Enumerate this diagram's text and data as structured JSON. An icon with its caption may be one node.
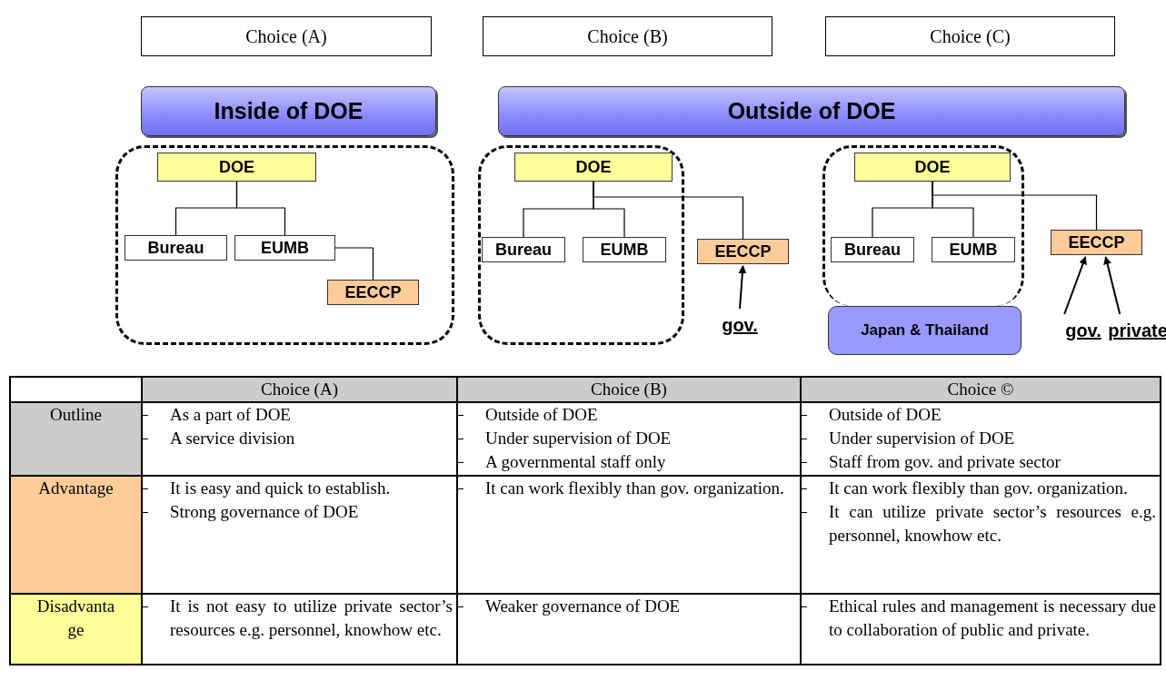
{
  "diagram": {
    "nodes": [
      {
        "text": [
          "Choice (A)"
        ]
      },
      {
        "text": [
          "Choice (B)"
        ]
      },
      {
        "text": [
          "Choice (C)"
        ]
      },
      {
        "text": [
          "Inside of DOE"
        ]
      },
      {
        "text": [
          "Outside of DOE"
        ]
      },
      {
        "text": [],
        "shape": "box"
      },
      {
        "text": [
          "DOE"
        ],
        "in": 5
      },
      {
        "text": [
          "Bureau"
        ],
        "in": 5
      },
      {
        "text": [
          "EUMB"
        ],
        "in": 5
      },
      {
        "text": [
          "EECCP"
        ],
        "in": 5
      },
      {
        "text": [],
        "shape": "box"
      },
      {
        "text": [
          "DOE"
        ],
        "in": 10
      },
      {
        "text": [
          "Bureau"
        ],
        "in": 10
      },
      {
        "text": [
          "EUMB"
        ],
        "in": 10
      },
      {
        "text": [
          "EECCP"
        ]
      },
      {
        "text": [
          "gov."
        ]
      },
      {
        "text": [],
        "shape": "box"
      },
      {
        "text": [
          "DOE"
        ],
        "in": 16
      },
      {
        "text": [
          "Bureau"
        ],
        "in": 16
      },
      {
        "text": [
          "EUMB"
        ],
        "in": 16
      },
      {
        "text": [
          "Japan & Thailand"
        ]
      },
      {
        "text": [
          "EECCP"
        ]
      },
      {
        "text": [
          "gov."
        ]
      },
      {
        "text": [
          "private"
        ]
      }
    ],
    "edges": [
      {
        "from": 6,
        "to": 7,
        "arrow": "none"
      },
      {
        "from": 6,
        "to": 8,
        "arrow": "none"
      },
      {
        "from": 8,
        "to": 9,
        "arrow": "none"
      },
      {
        "from": 11,
        "to": 12,
        "arrow": "none"
      },
      {
        "from": 11,
        "to": 13,
        "arrow": "none"
      },
      {
        "from": 11,
        "to": 14,
        "arrow": "none"
      },
      {
        "from": 15,
        "to": 14,
        "arrow": "to"
      },
      {
        "from": 17,
        "to": 18,
        "arrow": "none"
      },
      {
        "from": 17,
        "to": 19,
        "arrow": "none"
      },
      {
        "from": 17,
        "to": 21,
        "arrow": "none"
      },
      {
        "from": 22,
        "to": 21,
        "arrow": "to"
      },
      {
        "from": 23,
        "to": 21,
        "arrow": "to"
      }
    ],
    "labels": [
      "Choice (A)",
      "Choice (B)",
      "Choice ©",
      "Outline",
      "As a part of DOE",
      "A service division",
      "Outside of DOE",
      "Under supervision of DOE",
      "A governmental staff only",
      "Outside of DOE",
      "Under supervision of DOE",
      "Staff from gov. and private sector",
      "Advantage",
      "It is easy and quick to establish.",
      "Strong governance of DOE",
      "It can work flexibly than gov. organization.",
      "It can work flexibly than gov. organization.",
      "It can utilize private sector’s resources e.g. personnel, knowhow etc.",
      "Disadvantage",
      "It is not easy to utilize private sector’s resources e.g. personnel, knowhow etc.",
      "Weaker governance of DOE",
      "Ethical rules and management is necessary due to collaboration of public and private."
    ]
  }
}
